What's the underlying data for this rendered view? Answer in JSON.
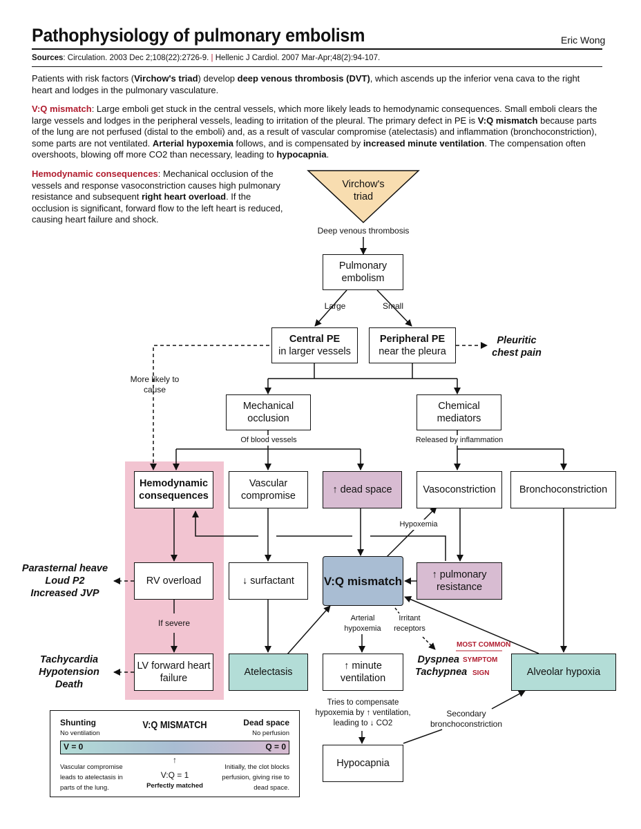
{
  "header": {
    "title": "Pathophysiology of pulmonary embolism",
    "author": "Eric Wong",
    "sources_label": "Sources",
    "sources_1": ": Circulation. 2003 Dec 2;108(22):2726-9. ",
    "sources_sep": "|",
    "sources_2": " Hellenic J Cardiol. 2007 Mar-Apr;48(2):94-107."
  },
  "intro": {
    "p1": "Patients with risk factors (",
    "p1_b1": "Virchow's triad",
    "p1_2": ") develop ",
    "p1_b2": "deep venous thrombosis (DVT)",
    "p1_3": ", which ascends up the inferior vena cava to the right heart and lodges in the pulmonary vasculature."
  },
  "vq_para": {
    "label": "V:Q mismatch",
    "t1": ": Large emboli get stuck in the central vessels, which more likely leads to hemodynamic consequences. Small emboli clears the large vessels and lodges in the peripheral vessels, leading to irritation of the pleural. The primary defect in PE is ",
    "b1": "V:Q mismatch",
    "t2": " because parts of the lung are not perfused (distal to the emboli) and, as a result of vascular compromise (atelectasis) and inflammation (bronchoconstriction), some parts are not ventilated. ",
    "b2": "Arterial hypoxemia",
    "t3": " follows, and is compensated by ",
    "b3": "increased minute ventilation",
    "t4": ". The compensation often overshoots, blowing off more CO2 than necessary, leading to ",
    "b4": "hypocapnia",
    "t5": "."
  },
  "hemo_para": {
    "label": "Hemodynamic consequences",
    "t1": ": Mechanical occlusion of the vessels and response vasoconstriction causes high pulmonary resistance and subsequent ",
    "b1": "right heart overload",
    "t2": ". If the occlusion is significant, forward flow to the left heart is reduced, causing heart failure and shock."
  },
  "nodes": {
    "virchow": "Virchow's triad",
    "pe": "Pulmonary embolism",
    "central_b": "Central PE",
    "central_t": "in larger vessels",
    "peripheral_b": "Peripheral PE",
    "peripheral_t": "near the pleura",
    "mechanical": "Mechanical occlusion",
    "chemical": "Chemical mediators",
    "hemo": "Hemodynamic consequences",
    "vascular": "Vascular compromise",
    "dead_space": "↑ dead space",
    "vasoconstriction": "Vasoconstriction",
    "bronchoconstriction": "Bronchoconstriction",
    "rv": "RV overload",
    "surfactant": "↓ surfactant",
    "vq": "V:Q mismatch",
    "pulm_res": "↑ pulmonary resistance",
    "lv": "LV forward heart failure",
    "atelectasis": "Atelectasis",
    "minute_vent": "↑ minute ventilation",
    "alveolar": "Alveolar hypoxia",
    "hypocapnia": "Hypocapnia"
  },
  "labels": {
    "dvt": "Deep venous thrombosis",
    "large": "Large",
    "small": "Small",
    "more_likely": "More likely to cause",
    "of_vessels": "Of blood vessels",
    "released": "Released by inflammation",
    "hypoxemia": "Hypoxemia",
    "if_severe": "If severe",
    "arterial_hypox": "Arterial hypoxemia",
    "irritant": "Irritant receptors",
    "tries": "Tries to compensate hypoxemia by ↑ ventilation, leading to ↓ CO2",
    "secondary": "Secondary bronchoconstriction"
  },
  "outcomes": {
    "pleuritic": "Pleuritic chest pain",
    "parasternal": "Parasternal heave",
    "loud_p2": "Loud P2",
    "jvp": "Increased JVP",
    "tachycardia": "Tachycardia",
    "hypotension": "Hypotension",
    "death": "Death",
    "dyspnea": "Dyspnea",
    "tachypnea": "Tachypnea",
    "most_common": "MOST COMMON",
    "symptom": "SYMPTOM",
    "sign": "SIGN"
  },
  "legend": {
    "shunting": "Shunting",
    "no_vent": "No ventilation",
    "title": "V:Q MISMATCH",
    "dead_space": "Dead space",
    "no_perf": "No perfusion",
    "v0": "V = 0",
    "q0": "Q = 0",
    "left_note": "Vascular compromise leads to atelectasis in parts of the lung.",
    "ratio": "V:Q = 1",
    "matched": "Perfectly matched",
    "right_note": "Initially, the clot blocks perfusion, giving rise to dead space.",
    "arrow": "↑"
  },
  "colors": {
    "accent_red": "#b01c2e",
    "pink_region": "#f2c4d1",
    "purple_box": "#d8bcd2",
    "blue_box": "#a9bdd3",
    "teal_box": "#b3ddd7",
    "triangle": "#f8ddb0"
  }
}
